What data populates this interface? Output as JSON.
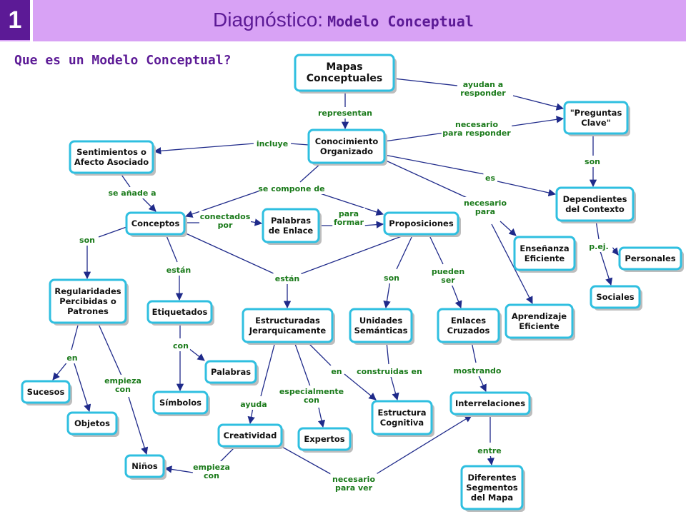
{
  "header": {
    "badge": "1",
    "title_main": "Diagnóstico:",
    "title_sub": "Modelo Conceptual"
  },
  "subtitle": "Que es un Modelo Conceptual?",
  "colors": {
    "header_bg": "#d8a2f5",
    "badge_bg": "#5c1a96",
    "title_text": "#5c1a96",
    "node_border": "#2fbfe0",
    "link_label": "#1a7a1a",
    "arrow": "#1f2a8a"
  },
  "nodes": [
    {
      "id": "mapas",
      "lines": [
        "Mapas",
        "Conceptuales"
      ]
    },
    {
      "id": "preguntas",
      "lines": [
        "\"Preguntas",
        "Clave\""
      ]
    },
    {
      "id": "conocimiento",
      "lines": [
        "Conocimiento",
        "Organizado"
      ]
    },
    {
      "id": "sentimientos",
      "lines": [
        "Sentimientos o",
        "Afecto Asociado"
      ]
    },
    {
      "id": "dependientes",
      "lines": [
        "Dependientes",
        "del Contexto"
      ]
    },
    {
      "id": "conceptos",
      "lines": [
        "Conceptos"
      ]
    },
    {
      "id": "palabrasenlace",
      "lines": [
        "Palabras",
        "de Enlace"
      ]
    },
    {
      "id": "proposiciones",
      "lines": [
        "Proposiciones"
      ]
    },
    {
      "id": "ensenanza",
      "lines": [
        "Enseñanza",
        "Eficiente"
      ]
    },
    {
      "id": "personales",
      "lines": [
        "Personales"
      ]
    },
    {
      "id": "regularidades",
      "lines": [
        "Regularidades",
        "Percibidas o",
        "Patrones"
      ]
    },
    {
      "id": "etiquetados",
      "lines": [
        "Etiquetados"
      ]
    },
    {
      "id": "sociales",
      "lines": [
        "Sociales"
      ]
    },
    {
      "id": "estructuradas",
      "lines": [
        "Estructuradas",
        "Jerarquicamente"
      ]
    },
    {
      "id": "unidades",
      "lines": [
        "Unidades",
        "Semánticas"
      ]
    },
    {
      "id": "enlaces",
      "lines": [
        "Enlaces",
        "Cruzados"
      ]
    },
    {
      "id": "aprendizaje",
      "lines": [
        "Aprendizaje",
        "Eficiente"
      ]
    },
    {
      "id": "palabras",
      "lines": [
        "Palabras"
      ]
    },
    {
      "id": "sucesos",
      "lines": [
        "Sucesos"
      ]
    },
    {
      "id": "simbolos",
      "lines": [
        "Símbolos"
      ]
    },
    {
      "id": "interrelaciones",
      "lines": [
        "Interrelaciones"
      ]
    },
    {
      "id": "estructura",
      "lines": [
        "Estructura",
        "Cognitiva"
      ]
    },
    {
      "id": "objetos",
      "lines": [
        "Objetos"
      ]
    },
    {
      "id": "creatividad",
      "lines": [
        "Creatividad"
      ]
    },
    {
      "id": "expertos",
      "lines": [
        "Expertos"
      ]
    },
    {
      "id": "ninos",
      "lines": [
        "Niños"
      ]
    },
    {
      "id": "diferentes",
      "lines": [
        "Diferentes",
        "Segmentos",
        "del Mapa"
      ]
    }
  ],
  "link_labels": [
    {
      "id": "representan",
      "lines": [
        "representan"
      ]
    },
    {
      "id": "ayudan",
      "lines": [
        "ayudan a",
        "responder"
      ]
    },
    {
      "id": "necesario-responder",
      "lines": [
        "necesario",
        "para responder"
      ]
    },
    {
      "id": "incluye",
      "lines": [
        "incluye"
      ]
    },
    {
      "id": "son-dep",
      "lines": [
        "son"
      ]
    },
    {
      "id": "es",
      "lines": [
        "es"
      ]
    },
    {
      "id": "se-anade",
      "lines": [
        "se añade a"
      ]
    },
    {
      "id": "se-compone",
      "lines": [
        "se compone de"
      ]
    },
    {
      "id": "necesario-para",
      "lines": [
        "necesario",
        "para"
      ]
    },
    {
      "id": "conectados",
      "lines": [
        "conectados",
        "por"
      ]
    },
    {
      "id": "para-formar",
      "lines": [
        "para",
        "formar"
      ]
    },
    {
      "id": "pej",
      "lines": [
        "p.ej."
      ]
    },
    {
      "id": "son-reg",
      "lines": [
        "son"
      ]
    },
    {
      "id": "estan-etq",
      "lines": [
        "están"
      ]
    },
    {
      "id": "estan-est",
      "lines": [
        "están"
      ]
    },
    {
      "id": "son-uni",
      "lines": [
        "son"
      ]
    },
    {
      "id": "pueden-ser",
      "lines": [
        "pueden",
        "ser"
      ]
    },
    {
      "id": "con",
      "lines": [
        "con"
      ]
    },
    {
      "id": "en-suc",
      "lines": [
        "en"
      ]
    },
    {
      "id": "en-est",
      "lines": [
        "en"
      ]
    },
    {
      "id": "construidas",
      "lines": [
        "construidas en"
      ]
    },
    {
      "id": "mostrando",
      "lines": [
        "mostrando"
      ]
    },
    {
      "id": "empieza-con",
      "lines": [
        "empieza",
        "con"
      ]
    },
    {
      "id": "especialmente",
      "lines": [
        "especialmente",
        "con"
      ]
    },
    {
      "id": "ayuda",
      "lines": [
        "ayuda"
      ]
    },
    {
      "id": "entre",
      "lines": [
        "entre"
      ]
    },
    {
      "id": "empieza-con-2",
      "lines": [
        "empieza",
        "con"
      ]
    },
    {
      "id": "necesario-ver",
      "lines": [
        "necesario",
        "para ver"
      ]
    }
  ]
}
